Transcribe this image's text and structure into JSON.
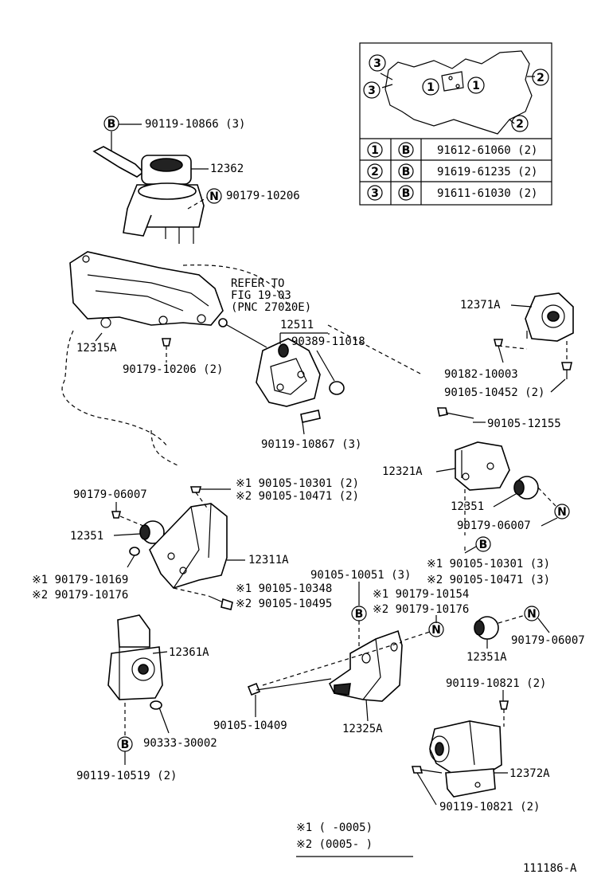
{
  "inset": {
    "gasket_callouts": [
      "3",
      "3",
      "1",
      "1",
      "2",
      "2"
    ],
    "rows": [
      {
        "num": "1",
        "sym": "B",
        "part": "91612-61060 (2)"
      },
      {
        "num": "2",
        "sym": "B",
        "part": "91619-61235 (2)"
      },
      {
        "num": "3",
        "sym": "B",
        "part": "91611-61030 (2)"
      }
    ]
  },
  "labels": {
    "p90119_10866": "90119-10866 (3)",
    "p12362": "12362",
    "p90179_10206_a": "90179-10206",
    "refer1": "REFER TO",
    "refer2": "FIG 19-03",
    "refer3": "(PNC 27020E)",
    "p12511": "12511",
    "p90389_11018": "90389-11018",
    "p12315A": "12315A",
    "p90179_10206_b": "90179-10206 (2)",
    "p90119_10867": "90119-10867 (3)",
    "p12371A": "12371A",
    "p90182_10003": "90182-10003",
    "p90105_10452": "90105-10452 (2)",
    "p90105_12155": "90105-12155",
    "p12321A": "12321A",
    "p12351_r": "12351",
    "p90179_06007_r": "90179-06007",
    "p90179_06007_l": "90179-06007",
    "p1_90105_10301_l": "※1 90105-10301 (2)",
    "p2_90105_10471_l": "※2 90105-10471 (2)",
    "p12351_l": "12351",
    "p12311A": "12311A",
    "p1_90179_10169": "※1 90179-10169",
    "p2_90179_10176_l": "※2 90179-10176",
    "p1_90105_10348": "※1 90105-10348",
    "p2_90105_10495": "※2 90105-10495",
    "p1_90105_10301_r": "※1 90105-10301 (3)",
    "p2_90105_10471_r": "※2 90105-10471 (3)",
    "p90105_10051": "90105-10051 (3)",
    "p1_90179_10154": "※1 90179-10154",
    "p2_90179_10176_r": "※2 90179-10176",
    "p90179_06007_m": "90179-06007",
    "p12351A": "12351A",
    "p12361A": "12361A",
    "p90333_30002": "90333-30002",
    "p90119_10519": "90119-10519 (2)",
    "p90105_10409": "90105-10409",
    "p12325A": "12325A",
    "p90119_10821_a": "90119-10821 (2)",
    "p12372A": "12372A",
    "p90119_10821_b": "90119-10821 (2)"
  },
  "symbols": {
    "B": "B",
    "N": "N"
  },
  "legend": {
    "row1": "※1 (      -0005)",
    "row2": "※2 (0005-       )"
  },
  "figure_id": "111186-A"
}
